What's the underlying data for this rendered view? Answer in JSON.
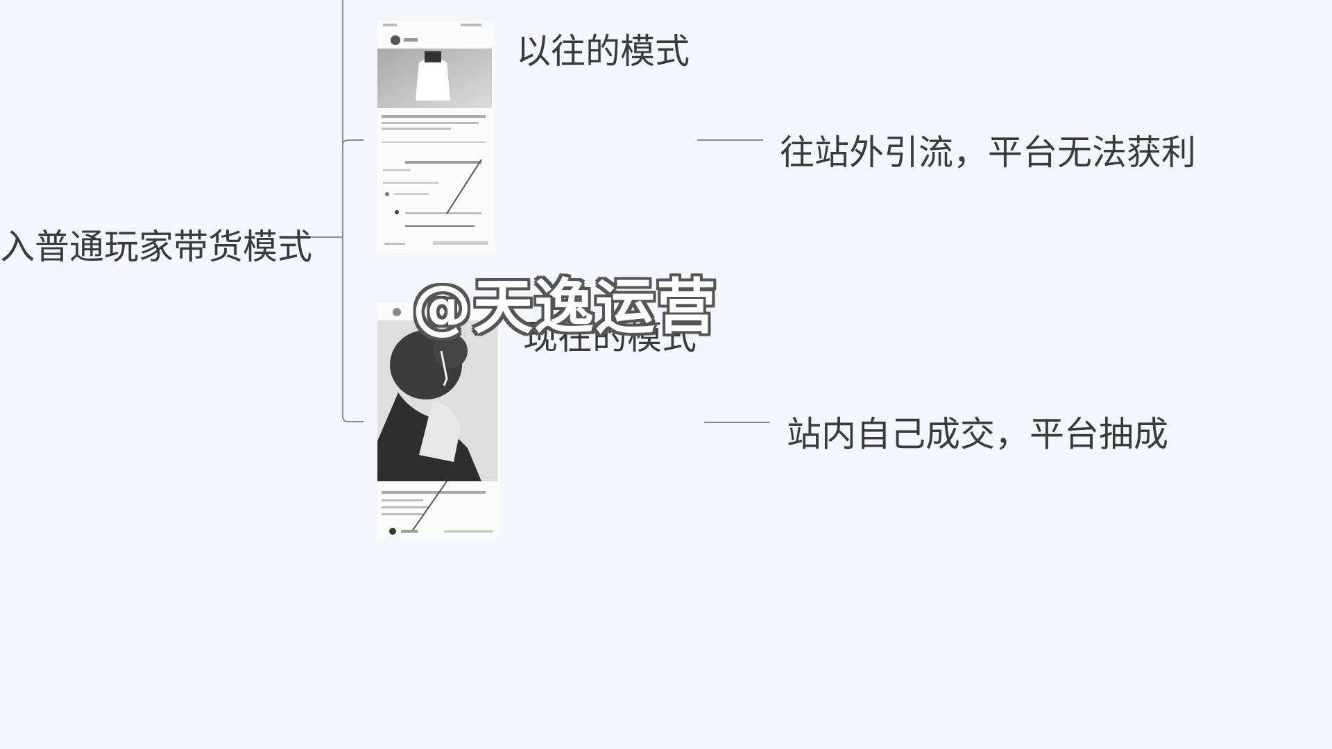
{
  "mindmap": {
    "root": {
      "label": "入普通玩家带货模式"
    },
    "branches": [
      {
        "label": "以往的模式",
        "leaf": "往站外引流，平台无法获利"
      },
      {
        "label": "现在的模式",
        "leaf": "站内自己成交，平台抽成"
      }
    ]
  },
  "watermark": "@天逸运营",
  "colors": {
    "background": "#f3f6fc",
    "connector": "#8a8a8a",
    "text": "#3a3a3a",
    "watermark_fill": "#ffffff",
    "watermark_outline": "#555555"
  },
  "icons": {
    "old_mode_screenshot": "phone-post-screenshot",
    "new_mode_screenshot": "phone-post-screenshot"
  }
}
